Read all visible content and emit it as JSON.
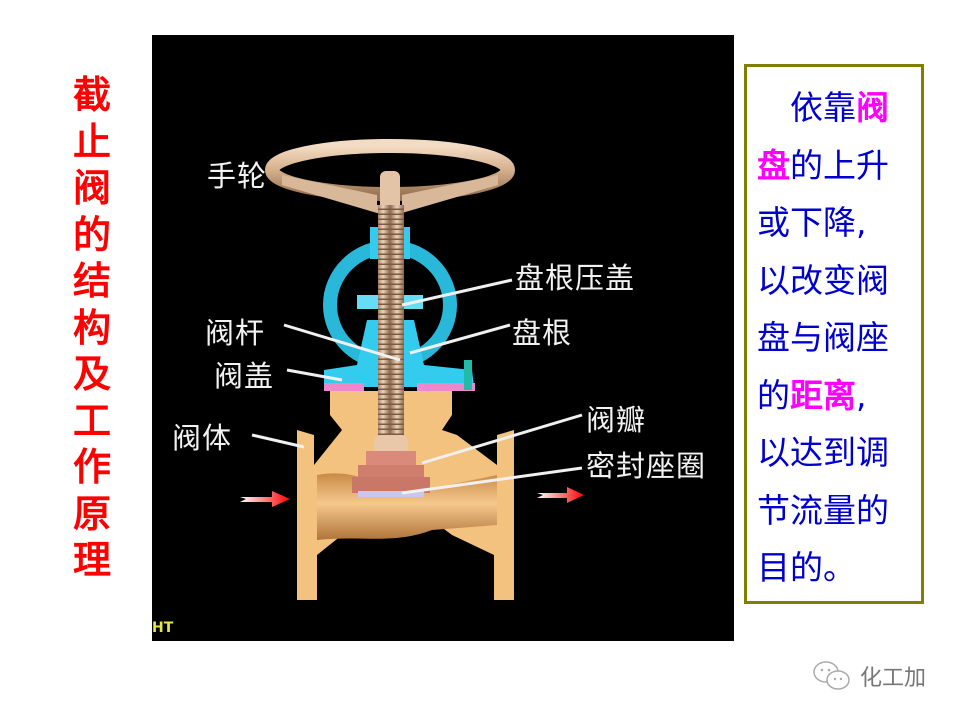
{
  "title": {
    "chars": [
      "截",
      "止",
      "阀",
      "的",
      "结",
      "构",
      "及",
      "工",
      "作",
      "原",
      "理"
    ],
    "color": "#ff0000"
  },
  "diagram": {
    "background": "#000000",
    "labels": {
      "handwheel": "手轮",
      "packing_gland": "盘根压盖",
      "packing": "盘根",
      "stem": "阀杆",
      "bonnet": "阀盖",
      "body": "阀体",
      "disc": "阀瓣",
      "seat_ring": "密封座圈"
    },
    "corner_mark": "HT",
    "flow_direction": "left-to-right",
    "colors": {
      "valve_body": "#f0c080",
      "bonnet": "#33ccee",
      "stem": "#d9b89a",
      "disc": "#d98a7a",
      "arrow": "#ff0000"
    }
  },
  "description": {
    "lines": [
      {
        "parts": [
          {
            "text": "　依靠",
            "hl": false
          },
          {
            "text": "阀",
            "hl": true
          }
        ]
      },
      {
        "parts": [
          {
            "text": "盘",
            "hl": true
          },
          {
            "text": "的上升",
            "hl": false
          }
        ]
      },
      {
        "parts": [
          {
            "text": "或下降,",
            "hl": false
          }
        ]
      },
      {
        "parts": [
          {
            "text": "以改变阀",
            "hl": false
          }
        ]
      },
      {
        "parts": [
          {
            "text": "盘与阀座",
            "hl": false
          }
        ]
      },
      {
        "parts": [
          {
            "text": "的",
            "hl": false
          },
          {
            "text": "距离",
            "hl": true
          },
          {
            "text": ",",
            "hl": false
          }
        ]
      },
      {
        "parts": [
          {
            "text": "以达到调",
            "hl": false
          }
        ]
      },
      {
        "parts": [
          {
            "text": "节流量的",
            "hl": false
          }
        ]
      },
      {
        "parts": [
          {
            "text": "目的。",
            "hl": false
          }
        ]
      }
    ],
    "text_color": "#0000cc",
    "highlight_color": "#ff00ff",
    "border_color": "#808000"
  },
  "footer": {
    "icon": "wechat-icon",
    "label": "化工加"
  }
}
